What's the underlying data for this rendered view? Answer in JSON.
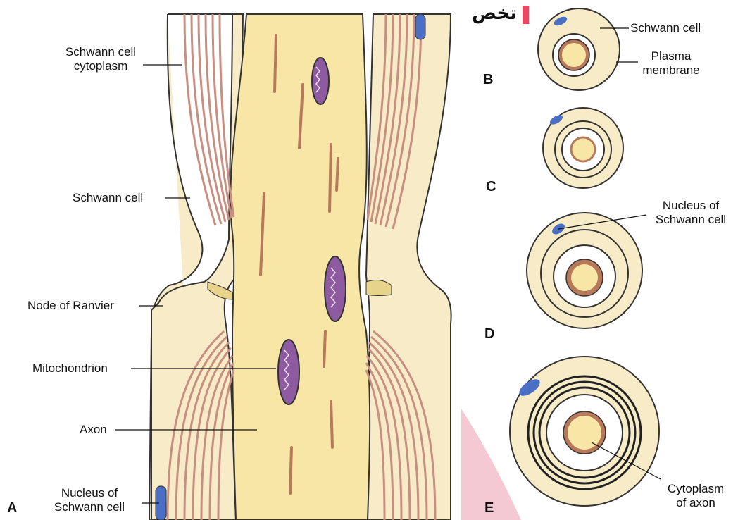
{
  "panel_letters": {
    "a": "A",
    "b": "B",
    "c": "C",
    "d": "D",
    "e": "E"
  },
  "watermark_text": "تخص",
  "labels": {
    "schwann_cytoplasm": [
      "Schwann cell",
      "cytoplasm"
    ],
    "schwann_cell_a": "Schwann cell",
    "node_of_ranvier": "Node of Ranvier",
    "mitochondrion": "Mitochondrion",
    "axon": "Axon",
    "nucleus_a": [
      "Nucleus of",
      "Schwann cell"
    ],
    "schwann_cell_b": "Schwann cell",
    "plasma_membrane": [
      "Plasma",
      "membrane"
    ],
    "nucleus_d": [
      "Nucleus of",
      "Schwann cell"
    ],
    "cytoplasm_axon": [
      "Cytoplasm",
      "of axon"
    ]
  },
  "colors": {
    "axon_fill": "#f7e6a6",
    "schwann_fill": "#f7ecc7",
    "myelin_pink": "#e7b7a8",
    "mitochondrion": "#8e5aa0",
    "nucleus_blue": "#4a6fc4",
    "filament_brown": "#b8785a",
    "watermark_pink": "#f2c0cb"
  }
}
